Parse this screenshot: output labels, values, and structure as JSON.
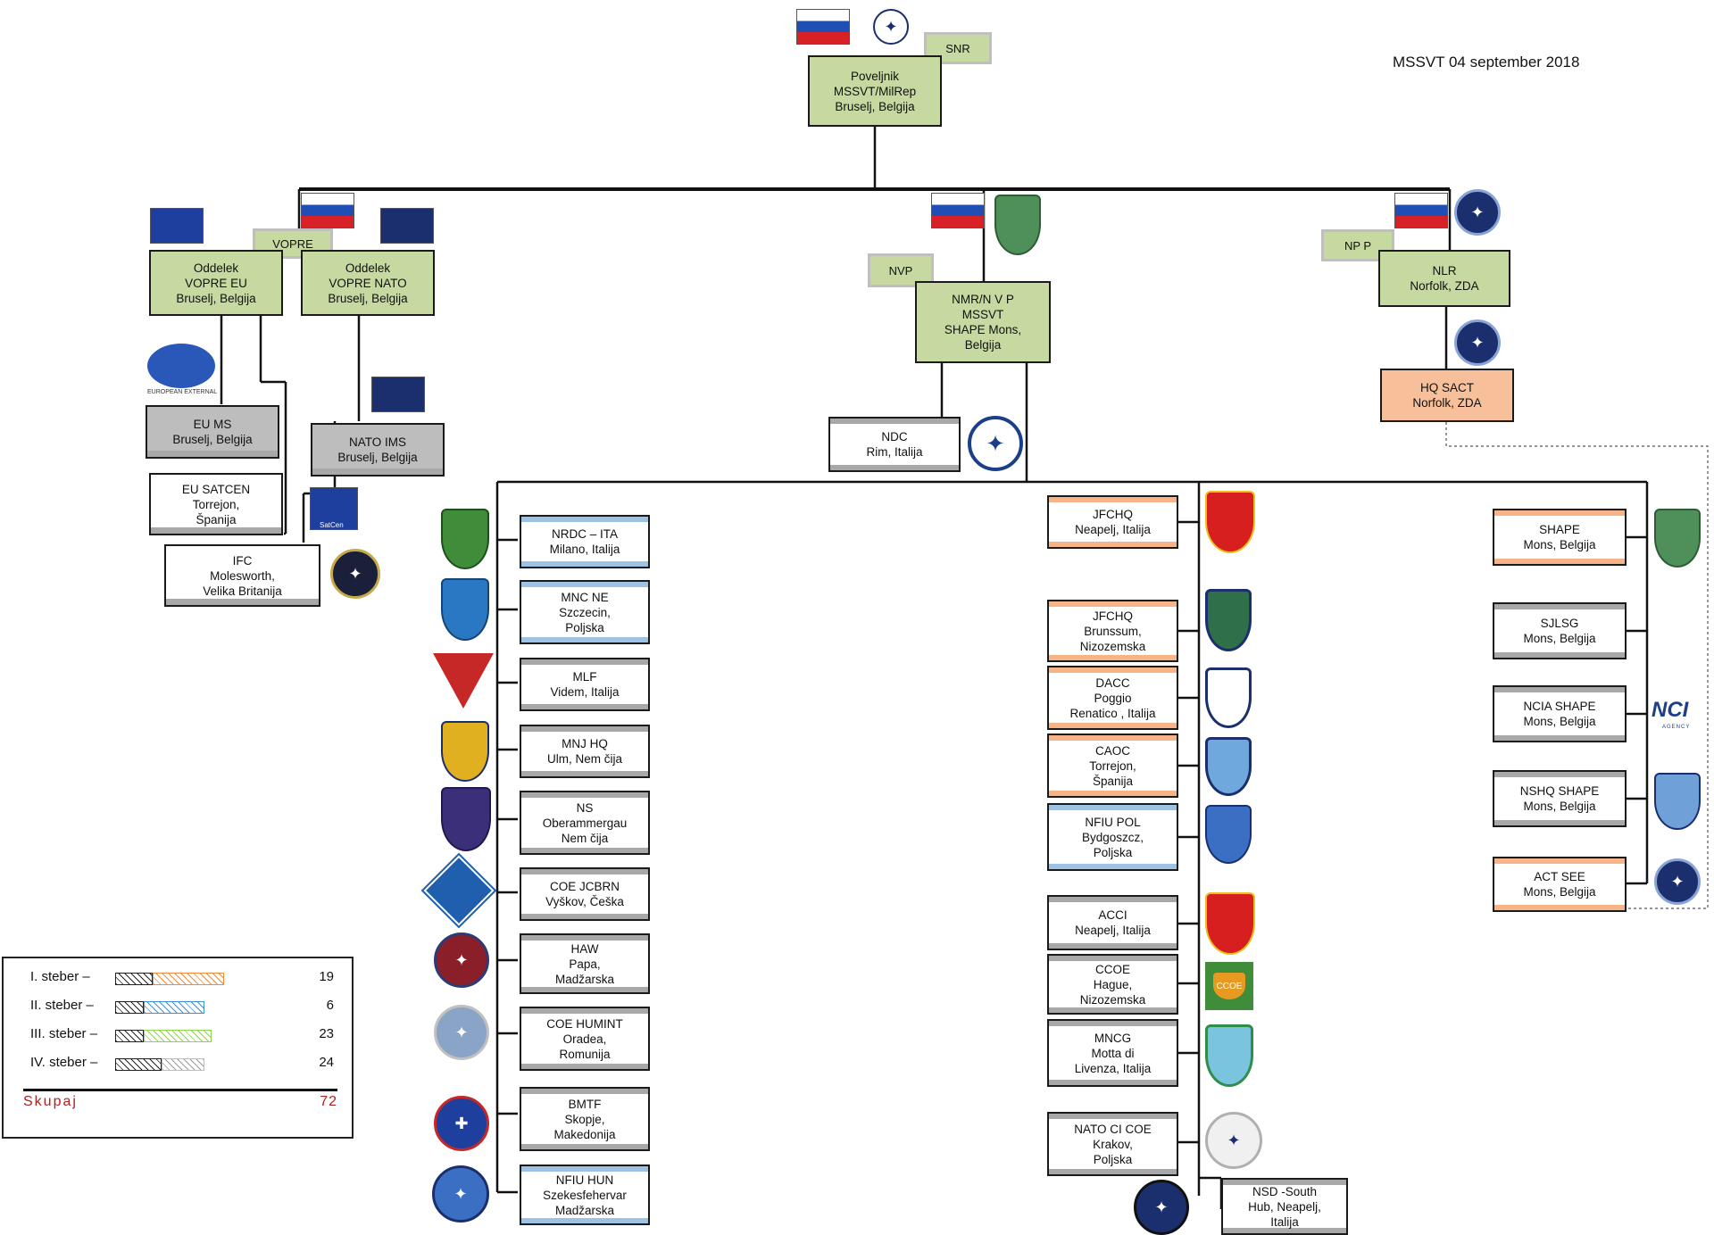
{
  "title": "MSSVT  04 september 2018",
  "tags": {
    "snr": "SNR",
    "vopre": "VOPRE",
    "nvp": "NVP",
    "npp": "NP P"
  },
  "boxes": {
    "povelj": "Poveljnik\nMSSVT/MilRep\nBruselj, Belgija",
    "vopre_eu": "Oddelek\nVOPRE EU\nBruselj, Belgija",
    "vopre_nato": "Oddelek\nVOPRE NATO\nBruselj, Belgija",
    "nmr": "NMR/N V P\nMSSVT\nSHAPE Mons,\nBelgija",
    "nlr": "NLR\nNorfolk, ZDA",
    "hqsact": "HQ SACT\nNorfolk, ZDA",
    "eums": "EU MS\nBruselj, Belgija",
    "natoims": "NATO IMS\nBruselj, Belgija",
    "eusatcen": "EU SATCEN\nTorrejon,\nŠpanija",
    "ifc": "IFC\nMolesworth,\nVelika Britanija",
    "ndc": "NDC\nRim, Italija",
    "nrdc": "NRDC   – ITA\nMilano, Italija",
    "mncne": "MNC NE\nSzczecin,\nPoljska",
    "mlf": "MLF\nVidem, Italija",
    "mnjhq": "MNJ HQ\nUlm, Nem čija",
    "ns": "NS\nOberammergau\nNem čija",
    "coejcbrn": "COE JCBRN\nVyškov,    Češka",
    "haw": "HAW\nPapa,\nMadžarska",
    "coehumint": "COE HUMINT\nOradea,\nRomunija",
    "bmtf": "BMTF\nSkopje,\nMakedonija",
    "nfiuhun": "NFIU HUN\nSzekesfehervar\nMadžarska",
    "jfchq_n": "JFCHQ\nNeapelj, Italija",
    "jfchq_b": "JFCHQ\nBrunssum,\nNizozemska",
    "dacc": "DACC\nPoggio\nRenatico   , Italija",
    "caoc": "CAOC\nTorrejon,\nŠpanija",
    "nfiupol": "NFIU POL\nBydgoszcz,\nPoljska",
    "acci": "ACCI\nNeapelj, Italija",
    "ccoe": "CCOE\nHague,\nNizozemska",
    "mncg": "MNCG\nMotta di\nLivenza, Italija",
    "natocicoe": "NATO CI COE\nKrakov,\nPoljska",
    "nsd": "NSD -South\nHub, Neapelj,\nItalija",
    "shape": "SHAPE\nMons, Belgija",
    "sjlsg": "SJLSG\nMons, Belgija",
    "ncia": "NCIA SHAPE\nMons, Belgija",
    "nshq": "NSHQ SHAPE\nMons, Belgija",
    "actsee": "ACT SEE\nMons, Belgija"
  },
  "emblems": {
    "eeas_text": "EUROPEAN EXTERNAL",
    "satcen_text": "SatCen",
    "ccoe_text": "CCOE",
    "ncia_text": "NCI",
    "ncia_sub": "AGENCY"
  },
  "legend": {
    "rows": [
      {
        "label": "I. steber –",
        "count": "19",
        "color": "#f08a3c"
      },
      {
        "label": "II. steber –",
        "count": "6",
        "color": "#3d8fd6"
      },
      {
        "label": "III. steber –",
        "count": "23",
        "color": "#8fd44a"
      },
      {
        "label": "IV. steber –",
        "count": "24",
        "color": "#bdbdbd"
      }
    ],
    "total_label": "Skupaj",
    "total_value": "72"
  },
  "colors": {
    "green": "#c6d9a0",
    "gray": "#bdbdbd",
    "orange": "#f7c09a",
    "blue_band": "#9cc3e6",
    "slovenia_blue": "#1f4fb4",
    "slovenia_red": "#d82126"
  }
}
